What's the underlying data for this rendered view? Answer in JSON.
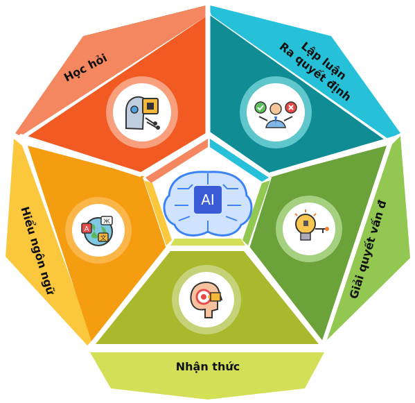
{
  "center": {
    "label": "AI"
  },
  "segments": [
    {
      "id": "hoc-hoi",
      "lines": [
        "Học hỏi"
      ],
      "outer": "#f4875f",
      "inner": "#f15a22",
      "icon": "robot-head-chip-icon"
    },
    {
      "id": "lap-luan",
      "lines": [
        "Lập luận",
        "Ra quyết định"
      ],
      "outer": "#26c1d8",
      "inner": "#0f8c94",
      "icon": "decision-person-icon"
    },
    {
      "id": "giai-quyet",
      "lines": [
        "Giải quyết vấn đề"
      ],
      "outer": "#92c851",
      "inner": "#6ba23a",
      "icon": "lightbulb-key-icon"
    },
    {
      "id": "nhan-thuc",
      "lines": [
        "Nhận thức"
      ],
      "outer": "#d3df56",
      "inner": "#aab82e",
      "icon": "head-target-icon"
    },
    {
      "id": "hieu-ngon-ngu",
      "lines": [
        "Hiểu ngôn ngữ"
      ],
      "outer": "#fbc73d",
      "inner": "#f49d10",
      "icon": "translate-globe-icon"
    }
  ]
}
